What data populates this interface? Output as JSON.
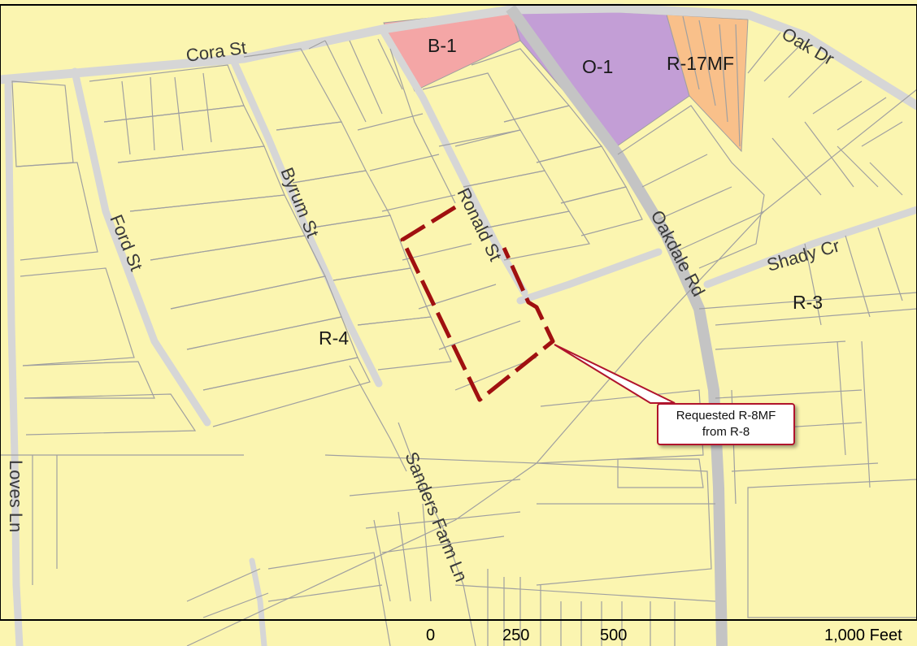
{
  "map": {
    "streets": {
      "cora": "Cora St",
      "oak": "Oak Dr",
      "ford": "Ford St",
      "byrum": "Byrum St",
      "ronald": "Ronald St",
      "oakdale": "Oakdale Rd",
      "shady": "Shady Cr",
      "sanders": "Sanders Farm Ln",
      "loves": "Loves Ln"
    },
    "zones": {
      "b1": "B-1",
      "o1": "O-1",
      "r17mf": "R-17MF",
      "r4": "R-4",
      "r3": "R-3"
    },
    "callout": {
      "line1": "Requested R-8MF",
      "line2": "from R-8"
    },
    "scale": {
      "tick0": "0",
      "tick1": "250",
      "tick2": "500",
      "tick3": "1,000 Feet"
    },
    "colors": {
      "base": "#fbf5b0",
      "parcel_line": "#a0a0a0",
      "road": "#d6d6d6",
      "b1": "#f4a6a6",
      "o1": "#c39ed6",
      "r17mf": "#f9c08a",
      "request_boundary": "#a01010"
    }
  }
}
